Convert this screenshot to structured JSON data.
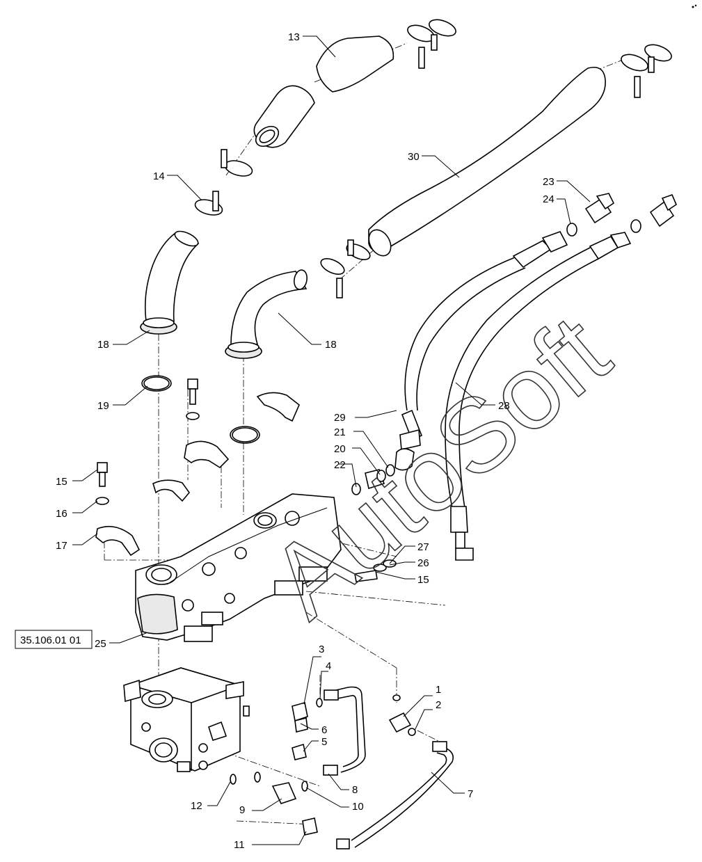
{
  "watermark": "AutoSoft",
  "reference_box": "35.106.01 01",
  "callouts": {
    "c13": "13",
    "c14": "14",
    "c18a": "18",
    "c18b": "18",
    "c19": "19",
    "c30": "30",
    "c23": "23",
    "c24": "24",
    "c28": "28",
    "c29": "29",
    "c21": "21",
    "c20": "20",
    "c22": "22",
    "c15a": "15",
    "c16": "16",
    "c17": "17",
    "c27": "27",
    "c26": "26",
    "c15b": "15",
    "c25": "25",
    "c3": "3",
    "c4": "4",
    "c6": "6",
    "c5": "5",
    "c1": "1",
    "c2": "2",
    "c12": "12",
    "c9": "9",
    "c8": "8",
    "c10": "10",
    "c7": "7",
    "c11": "11"
  }
}
